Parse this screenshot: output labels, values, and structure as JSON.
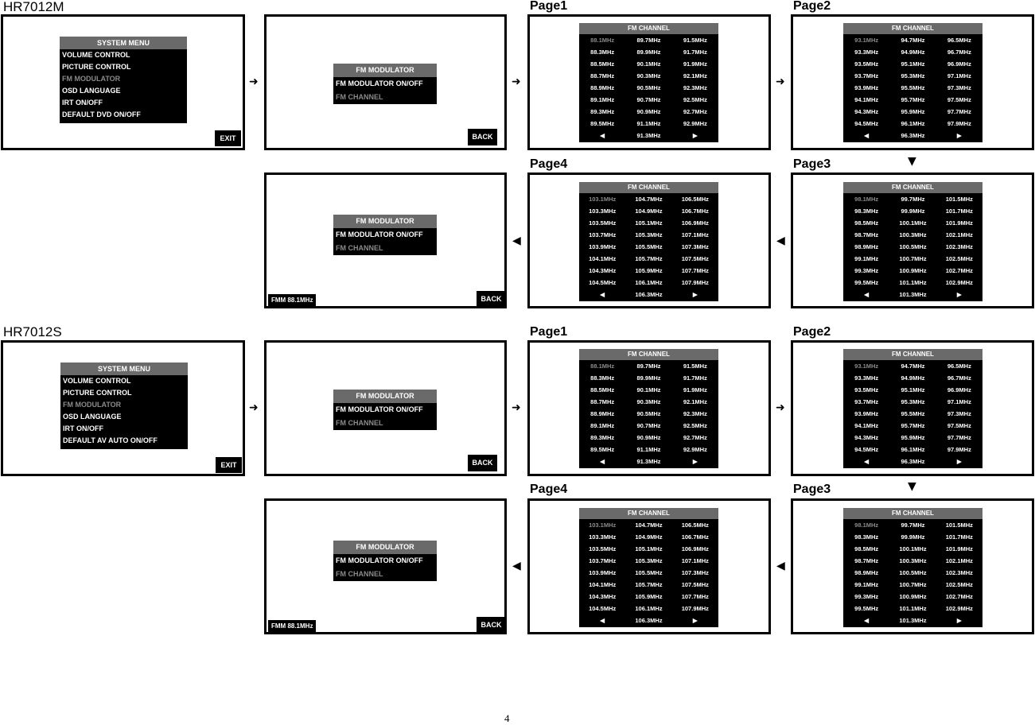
{
  "models": [
    "HR7012M",
    "HR7012S"
  ],
  "page_labels": {
    "p1": "Page1",
    "p2": "Page2",
    "p3": "Page3",
    "p4": "Page4"
  },
  "system_menu": {
    "title": "SYSTEM MENU",
    "items_m": [
      "VOLUME CONTROL",
      "PICTURE CONTROL",
      "FM MODULATOR",
      "OSD LANGUAGE",
      "IRT ON/OFF",
      "DEFAULT DVD ON/OFF"
    ],
    "items_s": [
      "VOLUME CONTROL",
      "PICTURE CONTROL",
      "FM MODULATOR",
      "OSD LANGUAGE",
      "IRT ON/OFF",
      "DEFAULT AV AUTO ON/OFF"
    ]
  },
  "fm_menu": {
    "title": "FM MODULATOR",
    "items": [
      "FM MODULATOR ON/OFF",
      "FM CHANNEL"
    ]
  },
  "buttons": {
    "exit": "EXIT",
    "back": "BACK"
  },
  "status": "FMM 88.1MHz",
  "channel_header": "FM CHANNEL",
  "nav_arrows": {
    "prev": "◀",
    "next": "▶"
  },
  "flow_arrows": {
    "right": "➜",
    "left": "◀",
    "down": "▼"
  },
  "channel_pages": {
    "p1": {
      "cols": [
        [
          "88.1MHz",
          "88.3MHz",
          "88.5MHz",
          "88.7MHz",
          "88.9MHz",
          "89.1MHz",
          "89.3MHz",
          "89.5MHz"
        ],
        [
          "89.7MHz",
          "89.9MHz",
          "90.1MHz",
          "90.3MHz",
          "90.5MHz",
          "90.7MHz",
          "90.9MHz",
          "91.1MHz"
        ],
        [
          "91.5MHz",
          "91.7MHz",
          "91.9MHz",
          "92.1MHz",
          "92.3MHz",
          "92.5MHz",
          "92.7MHz",
          "92.9MHz"
        ]
      ],
      "bottom": "91.3MHz"
    },
    "p2": {
      "cols": [
        [
          "93.1MHz",
          "93.3MHz",
          "93.5MHz",
          "93.7MHz",
          "93.9MHz",
          "94.1MHz",
          "94.3MHz",
          "94.5MHz"
        ],
        [
          "94.7MHz",
          "94.9MHz",
          "95.1MHz",
          "95.3MHz",
          "95.5MHz",
          "95.7MHz",
          "95.9MHz",
          "96.1MHz"
        ],
        [
          "96.5MHz",
          "96.7MHz",
          "96.9MHz",
          "97.1MHz",
          "97.3MHz",
          "97.5MHz",
          "97.7MHz",
          "97.9MHz"
        ]
      ],
      "bottom": "96.3MHz"
    },
    "p3": {
      "cols": [
        [
          "98.1MHz",
          "98.3MHz",
          "98.5MHz",
          "98.7MHz",
          "98.9MHz",
          "99.1MHz",
          "99.3MHz",
          "99.5MHz"
        ],
        [
          "99.7MHz",
          "99.9MHz",
          "100.1MHz",
          "100.3MHz",
          "100.5MHz",
          "100.7MHz",
          "100.9MHz",
          "101.1MHz"
        ],
        [
          "101.5MHz",
          "101.7MHz",
          "101.9MHz",
          "102.1MHz",
          "102.3MHz",
          "102.5MHz",
          "102.7MHz",
          "102.9MHz"
        ]
      ],
      "bottom": "101.3MHz"
    },
    "p4": {
      "cols": [
        [
          "103.1MHz",
          "103.3MHz",
          "103.5MHz",
          "103.7MHz",
          "103.9MHz",
          "104.1MHz",
          "104.3MHz",
          "104.5MHz"
        ],
        [
          "104.7MHz",
          "104.9MHz",
          "105.1MHz",
          "105.3MHz",
          "105.5MHz",
          "105.7MHz",
          "105.9MHz",
          "106.1MHz"
        ],
        [
          "106.5MHz",
          "106.7MHz",
          "106.9MHz",
          "107.1MHz",
          "107.3MHz",
          "107.5MHz",
          "107.7MHz",
          "107.9MHz"
        ]
      ],
      "bottom": "106.3MHz"
    }
  },
  "page_number": "4"
}
